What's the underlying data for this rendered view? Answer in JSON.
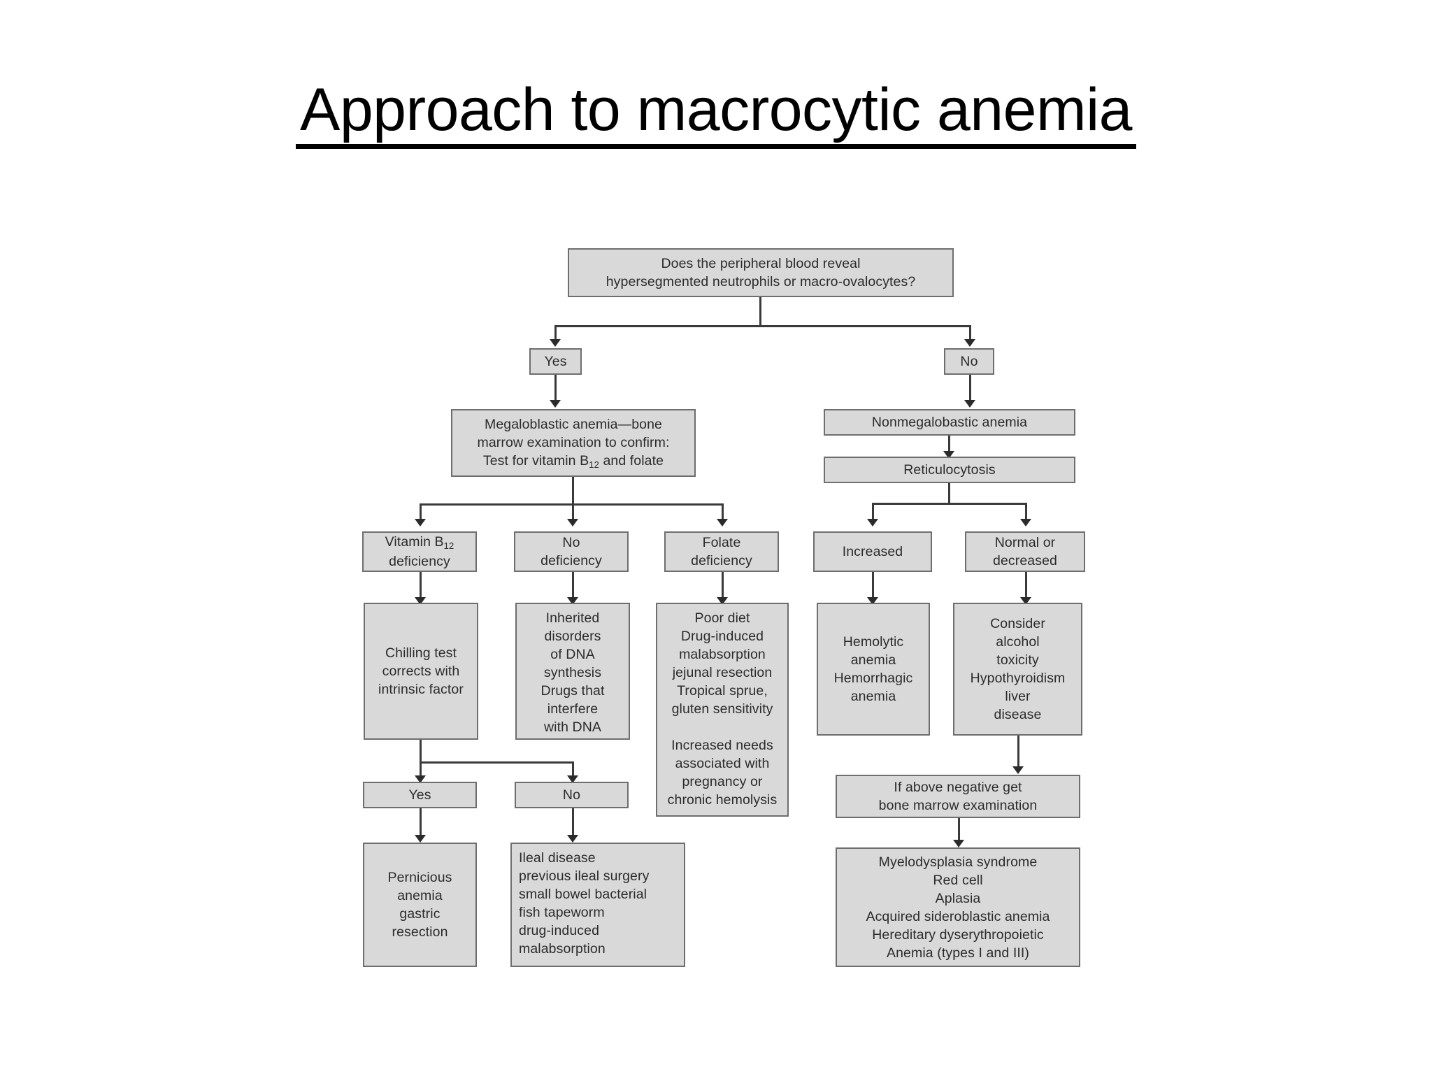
{
  "slide": {
    "title": "Approach to macrocytic anemia",
    "background_color": "#ffffff",
    "node_fill_color": "#d9d9d9",
    "node_border_color": "#6e6e6e",
    "connector_color": "#3a3a3a"
  },
  "chart_data": {
    "type": "diagram",
    "title": "Approach to macrocytic anemia",
    "diagram_kind": "clinical decision flowchart",
    "nodes": [
      {
        "id": "root",
        "label": "Does the peripheral blood reveal hypersegmented neutrophils or macro-ovalocytes?"
      },
      {
        "id": "yes1",
        "label": "Yes"
      },
      {
        "id": "no1",
        "label": "No"
      },
      {
        "id": "megaloblastic",
        "label": "Megaloblastic anemia—bone marrow examination to confirm: Test for vitamin B12 and folate"
      },
      {
        "id": "nonmegalo",
        "label": "Nonmegalobastic anemia"
      },
      {
        "id": "retic",
        "label": "Reticulocytosis"
      },
      {
        "id": "b12def",
        "label": "Vitamin B12 deficiency"
      },
      {
        "id": "nodef",
        "label": "No deficiency"
      },
      {
        "id": "folatedef",
        "label": "Folate deficiency"
      },
      {
        "id": "increased",
        "label": "Increased"
      },
      {
        "id": "normaldec",
        "label": "Normal or decreased"
      },
      {
        "id": "chilling",
        "label": "Chilling test corrects with intrinsic factor"
      },
      {
        "id": "inherited",
        "label": "Inherited disorders of DNA synthesis Drugs that interfere with DNA"
      },
      {
        "id": "folatecauses",
        "label": "Poor diet Drug-induced malabsorption jejunal resection Tropical sprue, gluten sensitivity / Increased needs associated with pregnancy or chronic hemolysis"
      },
      {
        "id": "hemolytic",
        "label": "Hemolytic anemia Hemorrhagic anemia"
      },
      {
        "id": "consider",
        "label": "Consider alcohol toxicity Hypothyroidism liver disease"
      },
      {
        "id": "yes2",
        "label": "Yes"
      },
      {
        "id": "no2",
        "label": "No"
      },
      {
        "id": "pernicious",
        "label": "Pernicious anemia gastric resection"
      },
      {
        "id": "ileal",
        "label": "Ileal disease previous ileal surgery small bowel bacterial fish tapeworm drug-induced malabsorption"
      },
      {
        "id": "ifabove",
        "label": "If above negative get bone marrow examination"
      },
      {
        "id": "myelo",
        "label": "Myelodysplasia syndrome Red cell Aplasia Acquired sideroblastic anemia Hereditary dyserythropoietic Anemia (types I and III)"
      }
    ],
    "edges": [
      {
        "from": "root",
        "to": "yes1"
      },
      {
        "from": "root",
        "to": "no1"
      },
      {
        "from": "yes1",
        "to": "megaloblastic"
      },
      {
        "from": "no1",
        "to": "nonmegalo"
      },
      {
        "from": "nonmegalo",
        "to": "retic"
      },
      {
        "from": "megaloblastic",
        "to": "b12def"
      },
      {
        "from": "megaloblastic",
        "to": "nodef"
      },
      {
        "from": "megaloblastic",
        "to": "folatedef"
      },
      {
        "from": "retic",
        "to": "increased"
      },
      {
        "from": "retic",
        "to": "normaldec"
      },
      {
        "from": "b12def",
        "to": "chilling"
      },
      {
        "from": "nodef",
        "to": "inherited"
      },
      {
        "from": "folatedef",
        "to": "folatecauses"
      },
      {
        "from": "increased",
        "to": "hemolytic"
      },
      {
        "from": "normaldec",
        "to": "consider"
      },
      {
        "from": "chilling",
        "to": "yes2"
      },
      {
        "from": "chilling",
        "to": "no2"
      },
      {
        "from": "yes2",
        "to": "pernicious"
      },
      {
        "from": "no2",
        "to": "ileal"
      },
      {
        "from": "consider",
        "to": "ifabove"
      },
      {
        "from": "ifabove",
        "to": "myelo"
      }
    ]
  },
  "boxes": {
    "root_line1": "Does the peripheral blood reveal",
    "root_line2": "hypersegmented neutrophils or macro-ovalocytes?",
    "yes_top": "Yes",
    "no_top": "No",
    "mega_line1": "Megaloblastic anemia—bone",
    "mega_line2": "marrow examination to confirm:",
    "mega_line3_a": "Test for vitamin B",
    "mega_line3_sub": "12",
    "mega_line3_b": " and folate",
    "nonmega": "Nonmegalobastic anemia",
    "retic": "Reticulocytosis",
    "b12_line1_a": "Vitamin B",
    "b12_line1_sub": "12",
    "b12_line2": "deficiency",
    "nodef_line1": "No",
    "nodef_line2": "deficiency",
    "folate_line1": "Folate",
    "folate_line2": "deficiency",
    "increased": "Increased",
    "normaldec_line1": "Normal or",
    "normaldec_line2": "decreased",
    "chilling_line1": "Chilling test",
    "chilling_line2": "corrects with",
    "chilling_line3": "intrinsic factor",
    "inherited_line1": "Inherited",
    "inherited_line2": "disorders",
    "inherited_line3": "of DNA",
    "inherited_line4": "synthesis",
    "inherited_line5": "Drugs that",
    "inherited_line6": "interfere",
    "inherited_line7": "with DNA",
    "folatecauses_line1": "Poor diet",
    "folatecauses_line2": "Drug-induced",
    "folatecauses_line3": "malabsorption",
    "folatecauses_line4": "jejunal resection",
    "folatecauses_line5": "Tropical sprue,",
    "folatecauses_line6": "gluten sensitivity",
    "folatecauses_line7": "Increased needs",
    "folatecauses_line8": "associated with",
    "folatecauses_line9": "pregnancy or",
    "folatecauses_line10": "chronic hemolysis",
    "hemolytic_line1": "Hemolytic",
    "hemolytic_line2": "anemia",
    "hemolytic_line3": "Hemorrhagic",
    "hemolytic_line4": "anemia",
    "consider_line1": "Consider",
    "consider_line2": "alcohol",
    "consider_line3": "toxicity",
    "consider_line4": "Hypothyroidism",
    "consider_line5": "liver",
    "consider_line6": "disease",
    "yes_bottom": "Yes",
    "no_bottom": "No",
    "pernicious_line1": "Pernicious",
    "pernicious_line2": "anemia",
    "pernicious_line3": "gastric",
    "pernicious_line4": "resection",
    "ileal_line1": "Ileal disease",
    "ileal_line2": "previous ileal surgery",
    "ileal_line3": "small bowel bacterial",
    "ileal_line4": "fish tapeworm",
    "ileal_line5": "drug-induced",
    "ileal_line6": "malabsorption",
    "ifabove_line1": "If above negative get",
    "ifabove_line2": "bone marrow examination",
    "myelo_line1": "Myelodysplasia syndrome",
    "myelo_line2": "Red cell",
    "myelo_line3": "Aplasia",
    "myelo_line4": "Acquired sideroblastic anemia",
    "myelo_line5": "Hereditary dyserythropoietic",
    "myelo_line6": "Anemia (types I and III)"
  }
}
